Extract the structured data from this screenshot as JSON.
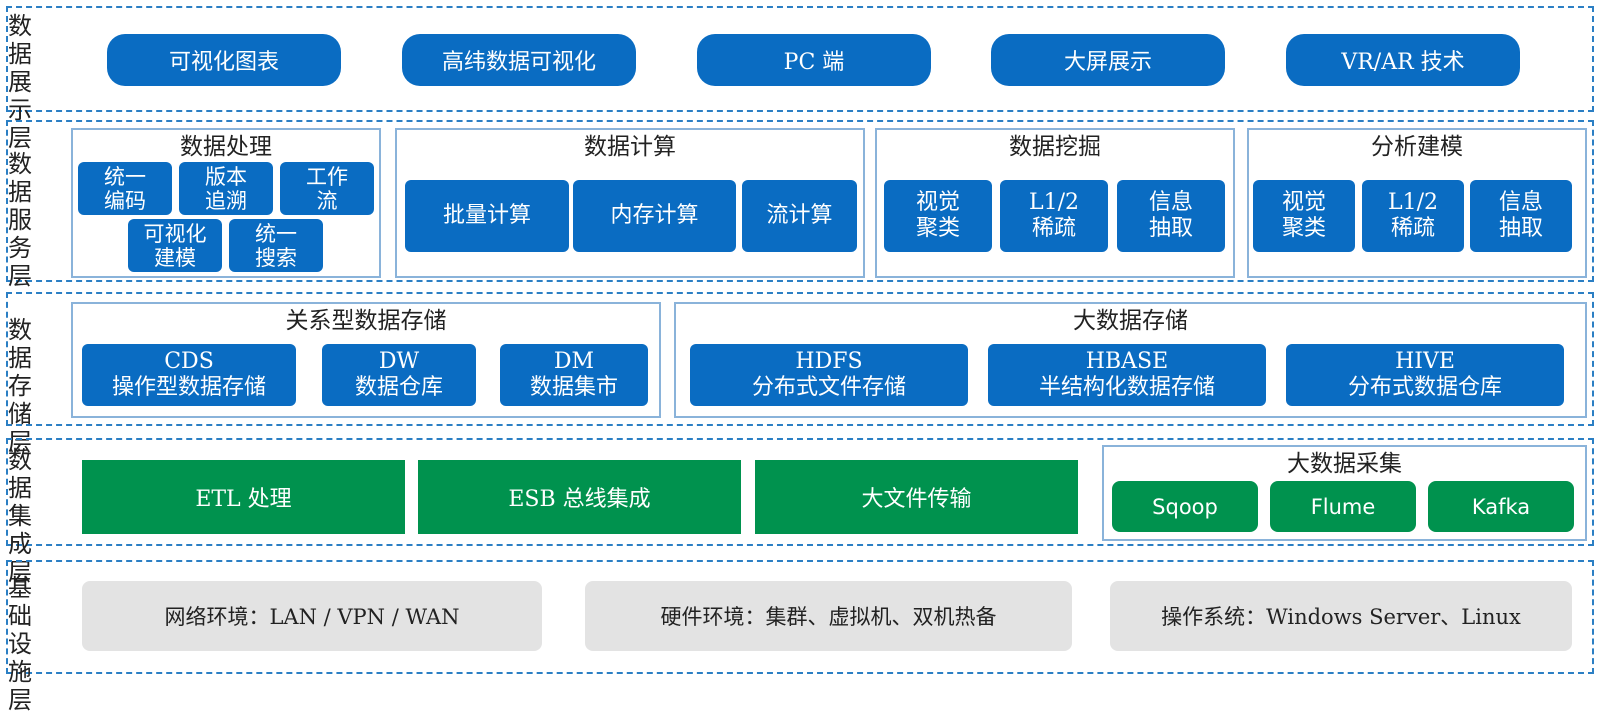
{
  "presentation": {
    "label": "数据\n展示\n层",
    "items": [
      "可视化图表",
      "高纬数据可视化",
      "PC 端",
      "大屏展示",
      "VR/AR 技术"
    ]
  },
  "service": {
    "label": "数据\n服务\n层",
    "processing": {
      "title": "数据处理",
      "items": [
        "统一\n编码",
        "版本\n追溯",
        "工作\n流",
        "可视化\n建模",
        "统一\n搜索"
      ]
    },
    "computing": {
      "title": "数据计算",
      "items": [
        "批量计算",
        "内存计算",
        "流计算"
      ]
    },
    "mining": {
      "title": "数据挖掘",
      "items": [
        "视觉\n聚类",
        "L1/2\n稀疏",
        "信息\n抽取"
      ]
    },
    "modeling": {
      "title": "分析建模",
      "items": [
        "视觉\n聚类",
        "L1/2\n稀疏",
        "信息\n抽取"
      ]
    }
  },
  "storage": {
    "label": "数据\n存储\n层",
    "relational": {
      "title": "关系型数据存储",
      "items": [
        "CDS\n操作型数据存储",
        "DW\n数据仓库",
        "DM\n数据集市"
      ]
    },
    "bigdata": {
      "title": "大数据存储",
      "items": [
        "HDFS\n分布式文件存储",
        "HBASE\n半结构化数据存储",
        "HIVE\n分布式数据仓库"
      ]
    }
  },
  "integration": {
    "label": "数据\n集成\n层",
    "items": [
      "ETL 处理",
      "ESB 总线集成",
      "大文件传输"
    ],
    "collection": {
      "title": "大数据采集",
      "items": [
        "Sqoop",
        "Flume",
        "Kafka"
      ]
    }
  },
  "infrastructure": {
    "label": "基础\n设施\n层",
    "items": [
      "网络环境：LAN / VPN / WAN",
      "硬件环境：集群、虚拟机、双机热备",
      "操作系统：Windows Server、Linux"
    ]
  },
  "colors": {
    "blue": "#0a6cc2",
    "green": "#00924e",
    "grey": "#e3e3e3",
    "dashed_border": "#2b7fc4"
  }
}
